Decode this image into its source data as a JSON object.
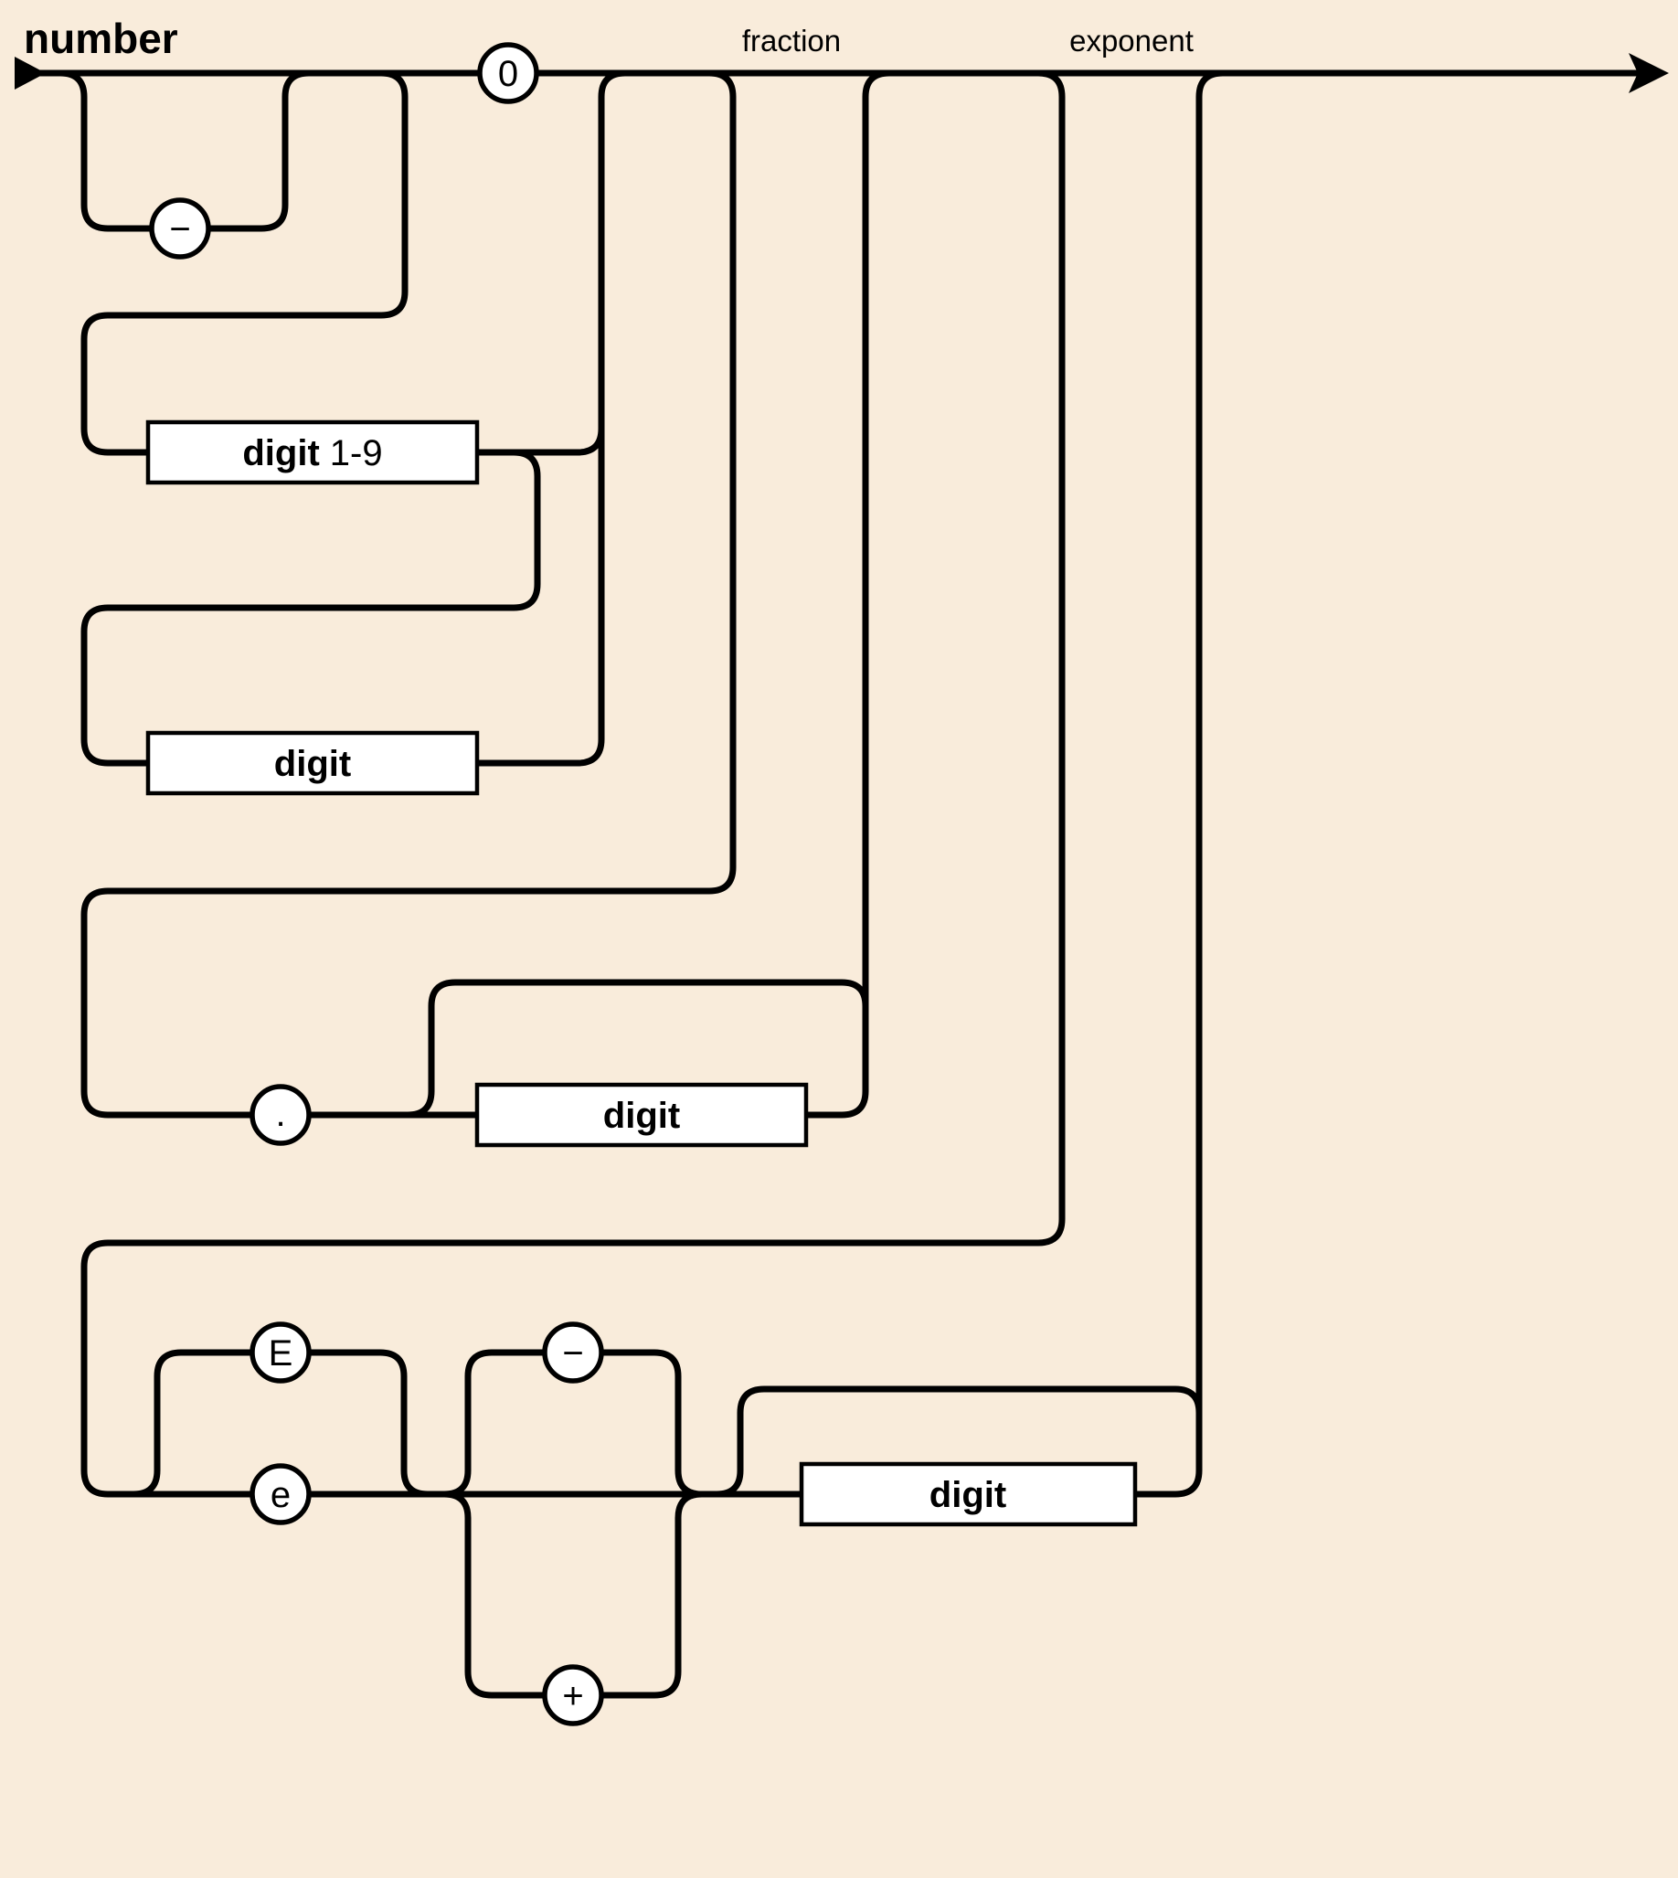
{
  "title": "number",
  "colors": {
    "background": "#f9ecdb",
    "line": "#000000",
    "node_fill": "#ffffff",
    "text": "#000000"
  },
  "section_labels": {
    "fraction": "fraction",
    "exponent": "exponent"
  },
  "terminals": {
    "zero": "0",
    "minus": "−",
    "dot": ".",
    "upper_e": "E",
    "lower_e": "e",
    "exp_minus": "−",
    "exp_plus": "+"
  },
  "nonterminals": {
    "digit_1_9": {
      "bold": "digit",
      "suffix": "1-9"
    },
    "int_digit": "digit",
    "frac_digit": "digit",
    "exp_digit": "digit"
  }
}
